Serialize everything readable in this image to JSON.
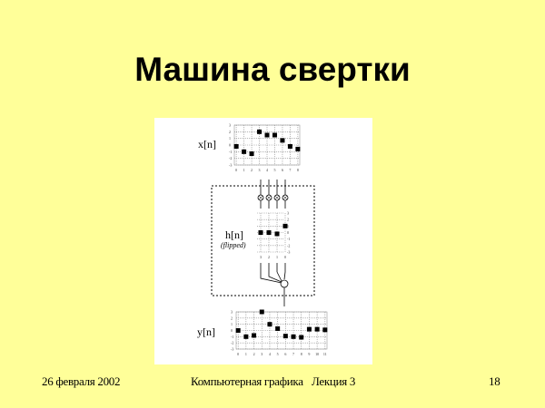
{
  "slide": {
    "title": "Машина свертки",
    "footer": {
      "date": "26 февраля 2002",
      "course": "Компьютерная графика",
      "lecture": "Лекция 3",
      "page": "18"
    }
  },
  "figure": {
    "x_label": "x[n]",
    "h_label": "h[n]",
    "h_note": "(flipped)",
    "y_label": "y[n]",
    "x_values": [
      -0.2,
      -1,
      -1.3,
      2,
      1.5,
      1.5,
      0.7,
      -0.2,
      -0.6
    ],
    "h_flipped_values": [
      0,
      0,
      -0.2,
      1
    ],
    "h_flipped_ticks": [
      "3",
      "2",
      "1",
      "0"
    ],
    "y_values": [
      0,
      -1,
      -0.8,
      3,
      1,
      0.3,
      -0.9,
      -1,
      -1.1,
      0.2,
      0.2,
      0.1
    ],
    "arrows": [
      "left-arrow-icon",
      "right-arrow-icon"
    ]
  }
}
